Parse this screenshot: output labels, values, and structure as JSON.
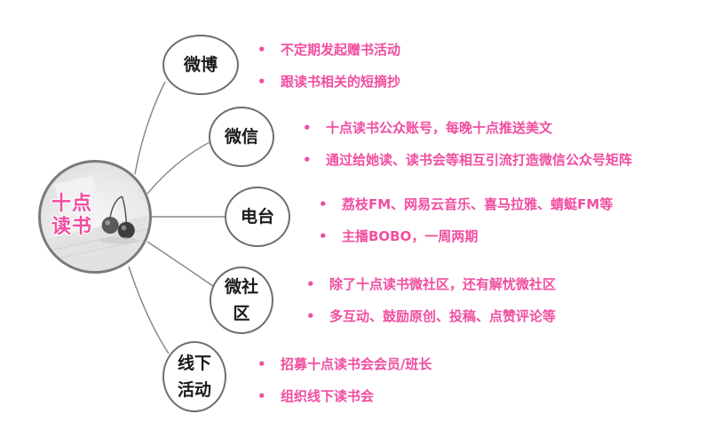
{
  "hub": {
    "line1": "十点",
    "line2": "读书"
  },
  "branches": [
    {
      "label": [
        "微博"
      ],
      "items": [
        "不定期发起赠书活动",
        "跟读书相关的短摘抄"
      ]
    },
    {
      "label": [
        "微信"
      ],
      "items": [
        "十点读书公众账号，每晚十点推送美文",
        "通过给她读、读书会等相互引流打造微信公众号矩阵"
      ]
    },
    {
      "label": [
        "电台"
      ],
      "items": [
        "荔枝FM、网易云音乐、喜马拉雅、蜻蜓FM等",
        "主播BOBO，一周两期"
      ]
    },
    {
      "label": [
        "微社",
        "区"
      ],
      "items": [
        "除了十点读书微社区，还有解忧微社区",
        "多互动、鼓励原创、投稿、点赞评论等"
      ]
    },
    {
      "label": [
        "线下",
        "活动"
      ],
      "items": [
        "招募十点读书会会员/班长",
        "组织线下读书会"
      ]
    }
  ],
  "colors": {
    "accent": "#f04ea0",
    "node_border": "#6e6e6e",
    "connector": "#8a8a8a",
    "text": "#1a1a1a"
  }
}
